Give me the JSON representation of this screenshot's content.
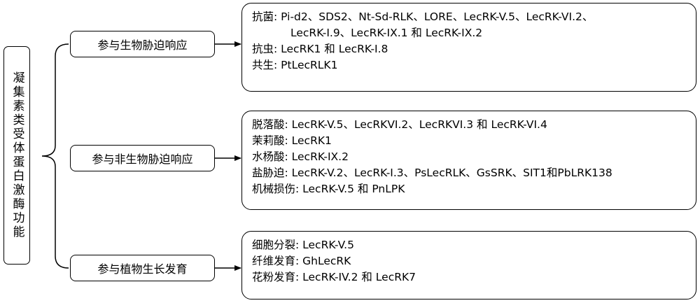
{
  "root": {
    "label": "凝集素类受体蛋白激酶功能"
  },
  "categories": [
    {
      "label": "参与生物胁迫响应",
      "lines": [
        {
          "key": "抗菌: ",
          "value": "Pi-d2、SDS2、Nt-Sd-RLK、LORE、LecRK-V.5、LecRK-VI.2、"
        },
        {
          "key": "",
          "value": "LecRK-I.9、LecRK-IX.1 和 LecRK-IX.2"
        },
        {
          "key": "抗虫: ",
          "value": "LecRK1 和 LecRK-I.8"
        },
        {
          "key": "共生: ",
          "value": "PtLecRLK1"
        }
      ]
    },
    {
      "label": "参与非生物胁迫响应",
      "lines": [
        {
          "key": "脱落酸: ",
          "value": "LecRK-V.5、LecRKVI.2、LecRKVI.3 和 LecRK-VI.4"
        },
        {
          "key": "茉莉酸: ",
          "value": "LecRK1"
        },
        {
          "key": "水杨酸: ",
          "value": "LecRK-IX.2"
        },
        {
          "key": "盐胁迫: ",
          "value": "LecRK-V.2、LecRK-I.3、PsLecRLK、GsSRK、SIT1和PbLRK138"
        },
        {
          "key": "机械损伤: ",
          "value": "LecRK-V.5 和 PnLPK"
        }
      ]
    },
    {
      "label": "参与植物生长发育",
      "lines": [
        {
          "key": "细胞分裂: ",
          "value": "LecRK-V.5"
        },
        {
          "key": "纤维发育: ",
          "value": "GhLecRK"
        },
        {
          "key": "花粉发育: ",
          "value": "LecRK-IV.2 和 LecRK7"
        }
      ]
    }
  ]
}
